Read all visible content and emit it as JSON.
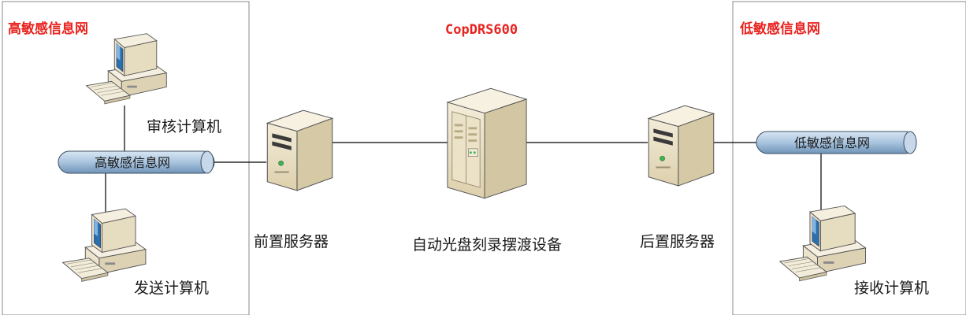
{
  "zones": {
    "high": {
      "title": "高敏感信息网"
    },
    "center": {
      "title": "CopDRS600"
    },
    "low": {
      "title": "低敏感信息网"
    }
  },
  "nodes": {
    "audit_pc": "审核计算机",
    "send_pc": "发送计算机",
    "front_server": "前置服务器",
    "ferry_device": "自动光盘刻录摆渡设备",
    "rear_server": "后置服务器",
    "receive_pc": "接收计算机"
  },
  "buses": {
    "high_bus": "高敏感信息网",
    "low_bus": "低敏感信息网"
  },
  "colors": {
    "title_red": "#e8231f",
    "bus_blue": "#a9c4de",
    "device_beige": "#efe6cf"
  }
}
